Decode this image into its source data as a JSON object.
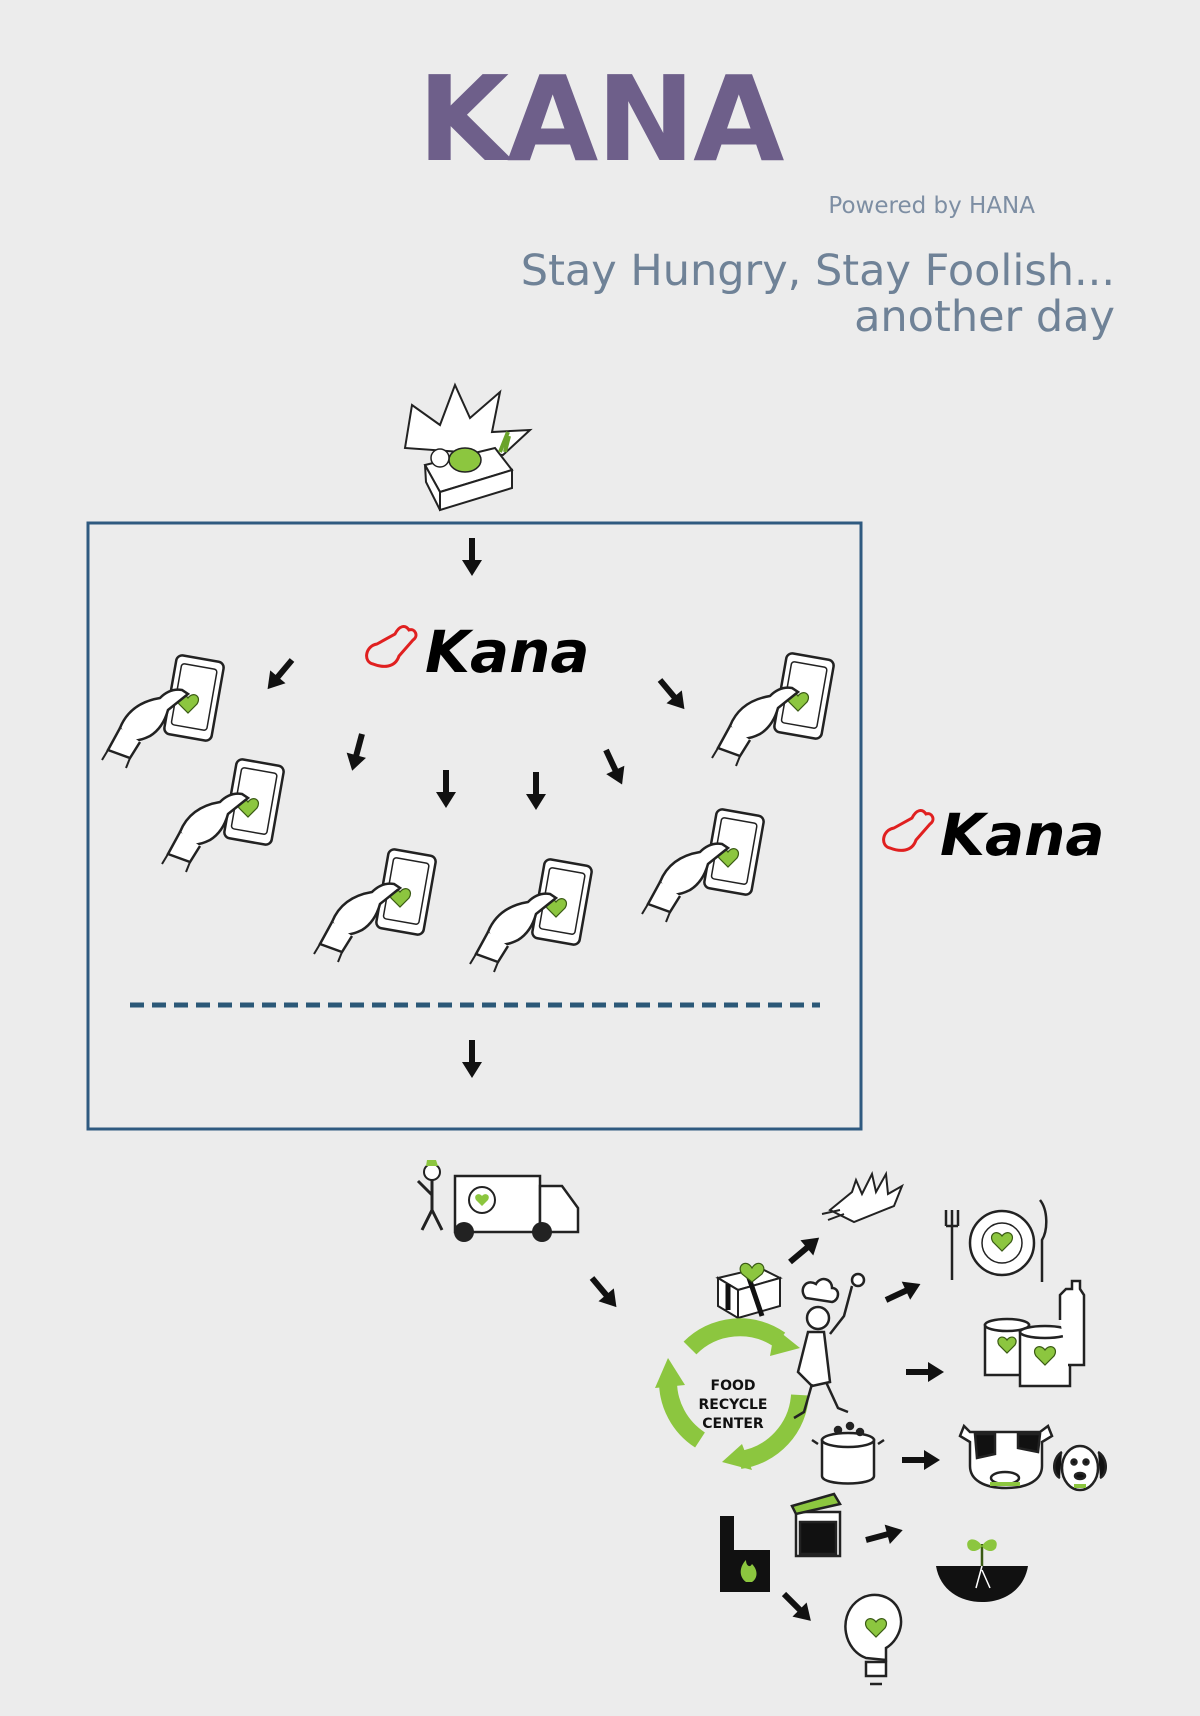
{
  "header": {
    "title": "KANA",
    "powered_by": "Powered by HANA",
    "tagline_line1": "Stay Hungry, Stay Foolish...",
    "tagline_line2": "another day"
  },
  "brand": {
    "logo_text": "Kana",
    "logo_icon": "drumstick-icon"
  },
  "recycle_center": {
    "line1": "FOOD",
    "line2": "RECYCLE",
    "line3": "CENTER"
  },
  "colors": {
    "title": "#6e5f8a",
    "tagline": "#6f8297",
    "box_border": "#2f5a80",
    "dashed_line": "#2b5877",
    "accent_green": "#8cc63f",
    "logo_icon": "#e02020"
  },
  "icons": [
    "food-box-icon",
    "phone-hand-icon",
    "delivery-van-icon",
    "gift-box-icon",
    "giving-hands-icon",
    "chef-icon",
    "plate-icon",
    "cans-icon",
    "pot-icon",
    "cow-icon",
    "dog-icon",
    "compost-bin-icon",
    "soil-sprout-icon",
    "furnace-icon",
    "light-bulb-icon",
    "recycle-icon",
    "arrow-icon"
  ]
}
